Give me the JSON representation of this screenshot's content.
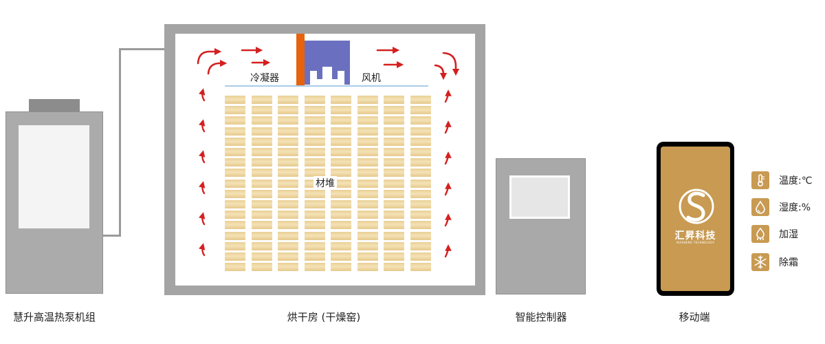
{
  "captions": {
    "heat_pump": "慧升高温热泵机组",
    "dryer": "烘干房 (干燥窑)",
    "controller": "智能控制器",
    "mobile": "移动端"
  },
  "dryer": {
    "condenser_label": "冷凝器",
    "fan_label": "风机",
    "stack_label": "材堆"
  },
  "app": {
    "brand_cn": "汇昇科技",
    "brand_en": "HUISHENG TECHNOLOGY"
  },
  "legend": [
    {
      "icon": "thermometer-icon",
      "label": "温度:℃"
    },
    {
      "icon": "humidity-drop-icon",
      "label": "湿度:%"
    },
    {
      "icon": "humidifier-icon",
      "label": "加湿"
    },
    {
      "icon": "snowflake-icon",
      "label": "除霜"
    }
  ],
  "colors": {
    "airflow_arrow": "#d42020",
    "condenser": "#e7620d",
    "fan": "#6a70bf",
    "wall": "#a4a4a4",
    "wood_stack": "#ecd49e",
    "phone_screen": "#c89a52",
    "shelf_line": "#a9cbe6"
  },
  "wood_stack_grid": {
    "columns": 8,
    "rows": 17
  }
}
